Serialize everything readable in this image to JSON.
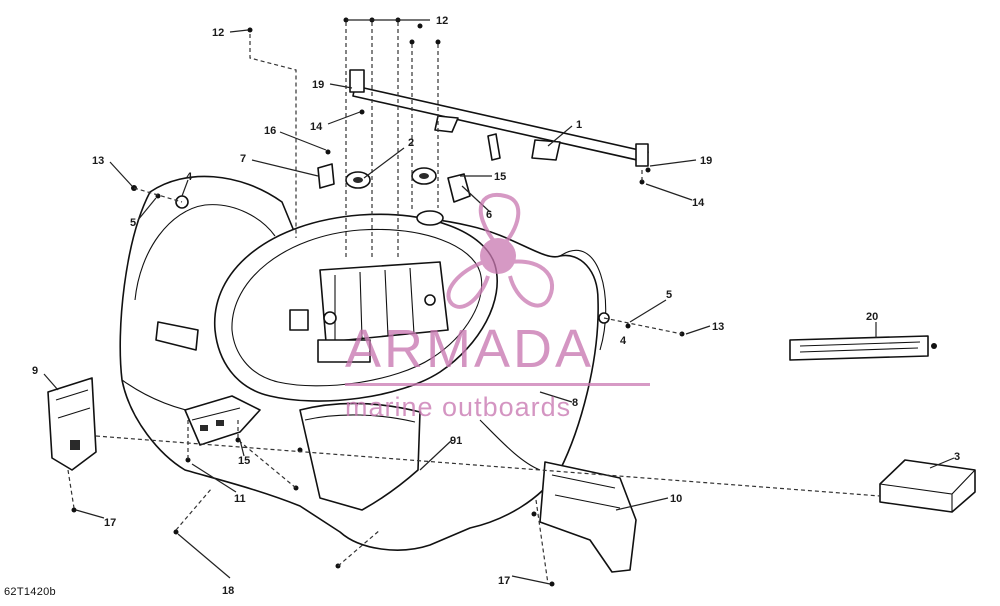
{
  "figure_code": "62T1420b",
  "watermark": {
    "brand": "ARMADA",
    "tagline": "marine outboards",
    "color": "#c978b1"
  },
  "callouts": [
    {
      "id": "c1",
      "label": "1"
    },
    {
      "id": "c2",
      "label": "2"
    },
    {
      "id": "c3",
      "label": "3"
    },
    {
      "id": "c4",
      "label": "4"
    },
    {
      "id": "c4b",
      "label": "4"
    },
    {
      "id": "c5",
      "label": "5"
    },
    {
      "id": "c5b",
      "label": "5"
    },
    {
      "id": "c6",
      "label": "6"
    },
    {
      "id": "c7",
      "label": "7"
    },
    {
      "id": "c8",
      "label": "8"
    },
    {
      "id": "c9",
      "label": "9"
    },
    {
      "id": "c10",
      "label": "10"
    },
    {
      "id": "c11",
      "label": "11"
    },
    {
      "id": "c12",
      "label": "12"
    },
    {
      "id": "c12b",
      "label": "12"
    },
    {
      "id": "c13",
      "label": "13"
    },
    {
      "id": "c13b",
      "label": "13"
    },
    {
      "id": "c14",
      "label": "14"
    },
    {
      "id": "c14b",
      "label": "14"
    },
    {
      "id": "c15",
      "label": "15"
    },
    {
      "id": "c15b",
      "label": "15"
    },
    {
      "id": "c16",
      "label": "16"
    },
    {
      "id": "c17",
      "label": "17"
    },
    {
      "id": "c17b",
      "label": "17"
    },
    {
      "id": "c18",
      "label": "18"
    },
    {
      "id": "c19",
      "label": "19"
    },
    {
      "id": "c19b",
      "label": "19"
    },
    {
      "id": "c20",
      "label": "20"
    },
    {
      "id": "c91",
      "label": "91"
    }
  ]
}
